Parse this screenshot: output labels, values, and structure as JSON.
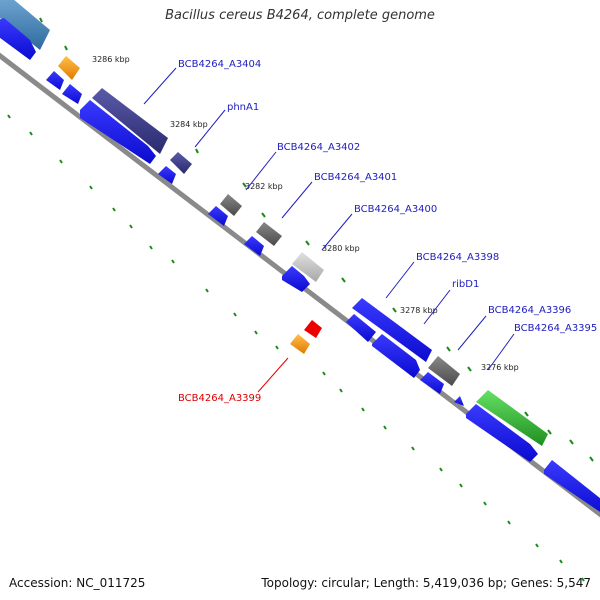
{
  "title": "Bacillus cereus B4264, complete genome",
  "footer": {
    "accession": "Accession: NC_011725",
    "summary": "Topology: circular; Length: 5,419,036 bp; Genes: 5,547"
  },
  "ticks": [
    "3286 kbp",
    "3284 kbp",
    "3282 kbp",
    "3280 kbp",
    "3278 kbp",
    "3276 kbp"
  ],
  "labels": {
    "a3404": "BCB4264_A3404",
    "phnA1": "phnA1",
    "a3402": "BCB4264_A3402",
    "a3401": "BCB4264_A3401",
    "a3400": "BCB4264_A3400",
    "a3398": "BCB4264_A3398",
    "ribD1": "ribD1",
    "a3396": "BCB4264_A3396",
    "a3395": "BCB4264_A3395",
    "a3399": "BCB4264_A3399"
  },
  "colors": {
    "backbone": "#8a8a8a",
    "cds": "#1010e8",
    "gene_purple": "#3a3a8a",
    "gene_gray": "#666666",
    "gene_lightgray": "#bdbdbd",
    "gene_orange": "#ff9900",
    "gene_green": "#33b833",
    "gene_red": "#ee0000",
    "gene_steelblue": "#4a86b8",
    "label_blue": "#2020c0",
    "label_red": "#dd0000",
    "tick_green": "#1a8a1a"
  }
}
